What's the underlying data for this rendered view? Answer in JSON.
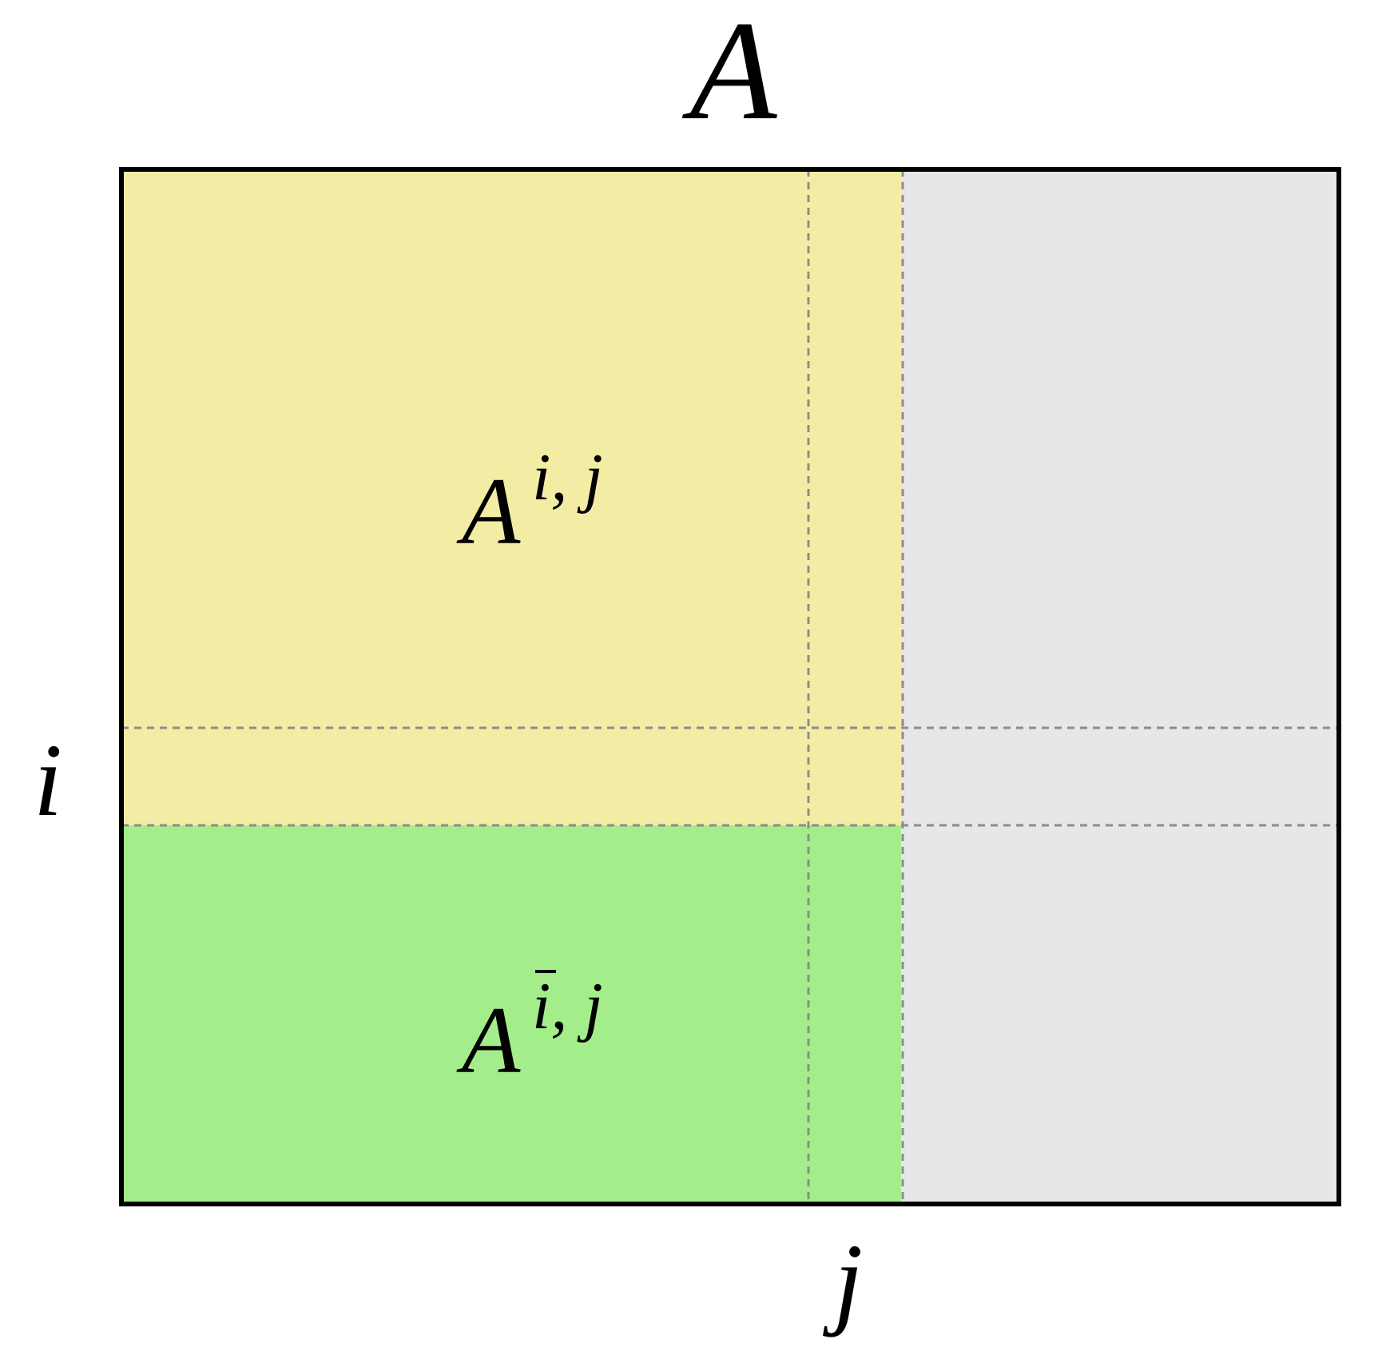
{
  "matrix": {
    "title": "A",
    "row_index_label": "i",
    "col_index_label": "j"
  },
  "blocks": {
    "upper": {
      "base": "A",
      "superscript": "i, j",
      "color": "#F3ECA4"
    },
    "lower": {
      "base": "A",
      "superscript": "i, j",
      "superscript_i_has_bar": true,
      "color": "#A3EE8A"
    },
    "remaining": {
      "color": "#E7E7E7"
    }
  },
  "style": {
    "border_color": "#000000",
    "guide_line_color": "#8C8C8C"
  }
}
